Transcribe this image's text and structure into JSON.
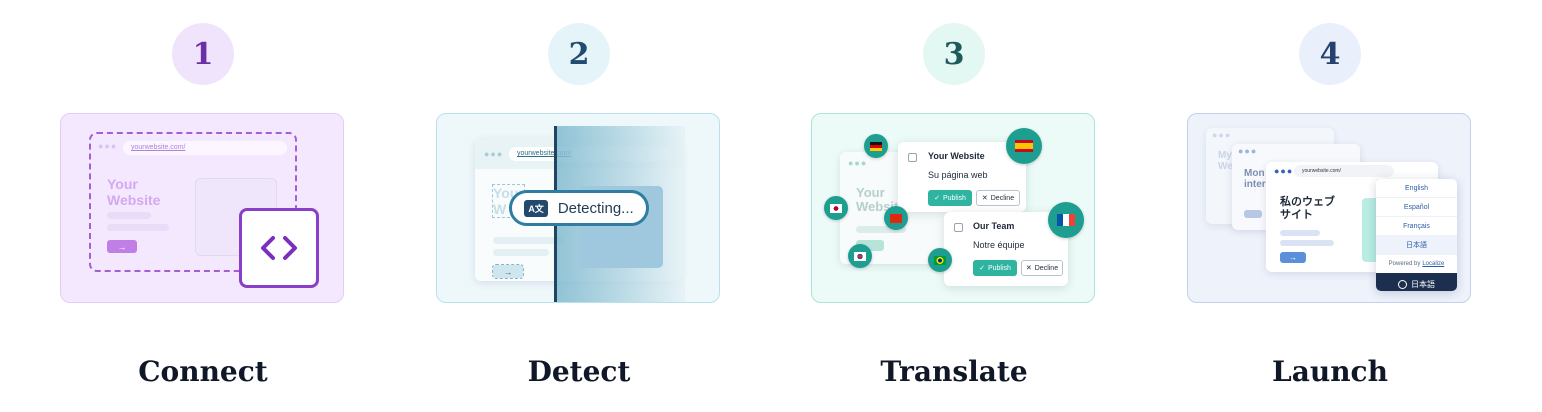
{
  "steps": [
    {
      "number": "1",
      "title": "Connect",
      "url": "yourwebsite.com/",
      "site_title": "Your\nWebsite",
      "colors": {
        "circle": "#efe4fb",
        "num": "#6b2fa8"
      }
    },
    {
      "number": "2",
      "title": "Detect",
      "url": "yourwebsite.com/",
      "site_title": "Your\nW",
      "detecting": "Detecting...",
      "translate_badge": "A文",
      "colors": {
        "circle": "#e5f4f8",
        "num": "#1f4c70"
      }
    },
    {
      "number": "3",
      "title": "Translate",
      "site_title": "Your\nWebsit",
      "cards": [
        {
          "heading": "Your Website",
          "translation": "Su página web",
          "publish": "Publish",
          "decline": "Decline"
        },
        {
          "heading": "Our Team",
          "translation": "Notre équipe",
          "publish": "Publish",
          "decline": "Decline"
        }
      ],
      "colors": {
        "circle": "#e3f8f3",
        "num": "#1c5b5a"
      }
    },
    {
      "number": "4",
      "title": "Launch",
      "url": "yourwebsite.com/",
      "site_title_1": "My\nWebsite",
      "site_title_2": "Mon\ninter",
      "site_title_3": "私のウェブ\nサイト",
      "languages": [
        "English",
        "Español",
        "Français",
        "日本語"
      ],
      "powered_prefix": "Powered by",
      "powered_brand": "Localize",
      "selected_language": "日本語",
      "colors": {
        "circle": "#eaf0fb",
        "num": "#24426f"
      }
    }
  ]
}
